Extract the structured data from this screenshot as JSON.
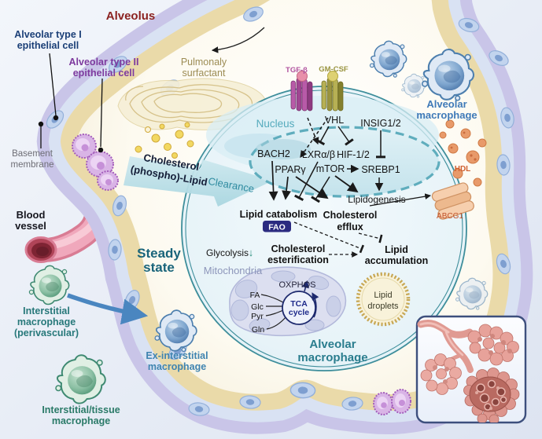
{
  "figure": {
    "region_labels": {
      "alveolus": "Alveolus",
      "alveolar_type1": [
        "Alveolar type I",
        "epithelial cell"
      ],
      "alveolar_type2": [
        "Alveolar type II",
        "epithelial cell"
      ],
      "basement_membrane": [
        "Basement",
        "membrane"
      ],
      "blood_vessel": [
        "Blood",
        "vessel"
      ],
      "pulmonary_surfactant": [
        "Pulmonaly",
        "surfactant"
      ],
      "steady_state": [
        "Steady",
        "state"
      ],
      "nucleus": "Nucleus",
      "mitochondria": "Mitochondria"
    },
    "cells": {
      "alveolar_macrophage_top": [
        "Alveolar",
        "macrophage"
      ],
      "alveolar_macrophage_main": [
        "Alveolar",
        "macrophage"
      ],
      "interstitial_macrophage": [
        "Interstitial",
        "macrophage",
        "(perivascular)"
      ],
      "ex_interstitial_macrophage": [
        "Ex-interstitial",
        "macrophage"
      ],
      "interstitial_tissue_macrophage": [
        "Interstitial/tissue",
        "macrophage"
      ]
    },
    "signals": {
      "tgfb": "TGF-β",
      "gmcsf": "GM-CSF"
    },
    "nucleus_factors": {
      "vhl": "VHL",
      "insig": "INSIG1/2",
      "bach2": "BACH2",
      "lxr": "LXRα/β",
      "hif": "HIF-1/2",
      "pparg": "PPARγ",
      "mtor": "mTOR",
      "srebp1": "SREBP1"
    },
    "processes": {
      "lipidogenesis": "Lipidogenesis",
      "lipid_catabolism": "Lipid catabolism",
      "fao": "FAO",
      "cholesterol_efflux": [
        "Cholesterol",
        "efflux"
      ],
      "glycolysis": "Glycolysis",
      "glycolysis_down": "↓",
      "cholesterol_esterification": [
        "Cholesterol",
        "esterification"
      ],
      "lipid_accumulation": [
        "Lipid",
        "accumulation"
      ]
    },
    "mitochondrion": {
      "oxphos": "OXPHOS",
      "tca": [
        "TCA",
        "cycle"
      ],
      "inputs": [
        "FA",
        "Glc",
        "Pyr",
        "Gln"
      ]
    },
    "lipid_droplets": [
      "Lipid",
      "droplets"
    ],
    "transport": {
      "hdl": "HDL",
      "abcg1": "ABCG1"
    },
    "clearance_arrow": [
      "Cholesterol",
      "(phospho)-Lipid",
      "Clearance"
    ],
    "colors": {
      "alveolus_title": "#8b2220",
      "type1_label": "#1b3f77",
      "type2_label": "#7d3a9e",
      "surfactant_label": "#9c8c54",
      "basement_label": "#6d6d75",
      "steady_state": "#19647a",
      "teal_macrophage": "#2a7d8e",
      "blue_macrophage": "#3f7ab8",
      "green_macrophage": "#2a7a68",
      "interstitial_label": "#27787a",
      "nucleus_label": "#54aabc",
      "mito_label": "#8d96ba",
      "hdl": "#d06030",
      "abcg1": "#c05028",
      "fao_badge": "#2b2b80",
      "tgfb": "#b0519e",
      "gmcsf": "#9a9440",
      "membrane": "#3e8e9b",
      "wall_tan": "#eadaa9",
      "wall_lavender": "#c9c5e8",
      "clearance_text": "#2e8ba0"
    }
  }
}
